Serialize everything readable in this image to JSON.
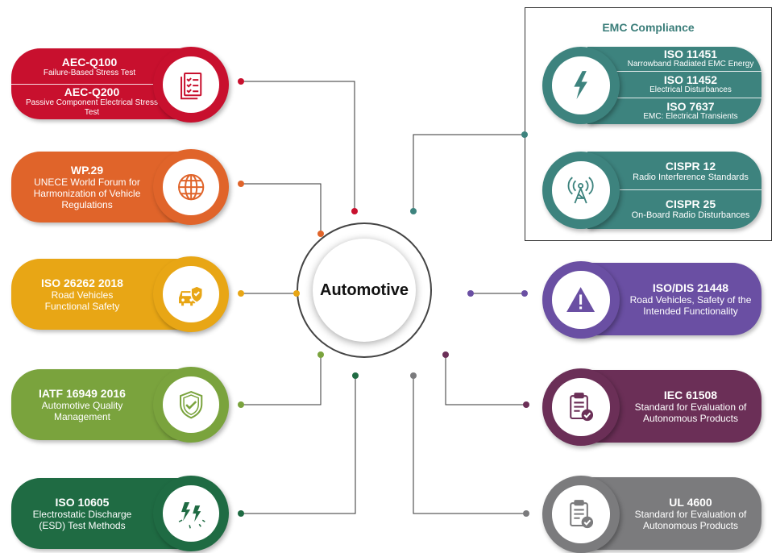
{
  "hub": {
    "label": "Automotive"
  },
  "emc": {
    "title": "EMC Compliance"
  },
  "cards": {
    "aec": {
      "color": "#c8102e",
      "icon": "checklist-document-icon",
      "entries": [
        {
          "title": "AEC-Q100",
          "sub": "Failure-Based Stress Test"
        },
        {
          "title": "AEC-Q200",
          "sub": "Passive Component Electrical Stress Test"
        }
      ]
    },
    "wp29": {
      "color": "#e0642a",
      "icon": "globe-icon",
      "title": "WP.29",
      "sub": "UNECE World Forum for Harmonization of Vehicle Regulations"
    },
    "iso26262": {
      "color": "#e8a615",
      "icon": "car-shield-icon",
      "title": "ISO 26262 2018",
      "sub": "Road Vehicles Functional Safety"
    },
    "iatf": {
      "color": "#7aa33d",
      "icon": "shield-check-icon",
      "title": "IATF 16949 2016",
      "sub": "Automotive Quality Management"
    },
    "iso10605": {
      "color": "#1f6b43",
      "icon": "electrostatic-discharge-icon",
      "title": "ISO 10605",
      "sub": "Electrostatic Discharge (ESD) Test Methods"
    },
    "emc1": {
      "color": "#3d837e",
      "icon": "lightning-bolt-icon",
      "entries": [
        {
          "title": "ISO 11451",
          "sub": "Narrowband Radiated EMC Energy"
        },
        {
          "title": "ISO 11452",
          "sub": "Electrical Disturbances"
        },
        {
          "title": "ISO 7637",
          "sub": "EMC: Electrical Transients"
        }
      ]
    },
    "emc2": {
      "color": "#3d837e",
      "icon": "radio-antenna-icon",
      "entries": [
        {
          "title": "CISPR 12",
          "sub": "Radio Interference Standards"
        },
        {
          "title": "CISPR 25",
          "sub": "On-Board Radio Disturbances"
        }
      ]
    },
    "sotif": {
      "color": "#6a4fa3",
      "icon": "warning-icon",
      "title": "ISO/DIS 21448",
      "sub": "Road Vehicles, Safety of the Intended Functionality"
    },
    "iec": {
      "color": "#6b2f57",
      "icon": "clipboard-check-icon",
      "title": "IEC 61508",
      "sub": "Standard for Evaluation of Autonomous Products"
    },
    "ul": {
      "color": "#7b7b7d",
      "icon": "clipboard-check-icon",
      "title": "UL 4600",
      "sub": "Standard for Evaluation of Autonomous Products"
    }
  }
}
